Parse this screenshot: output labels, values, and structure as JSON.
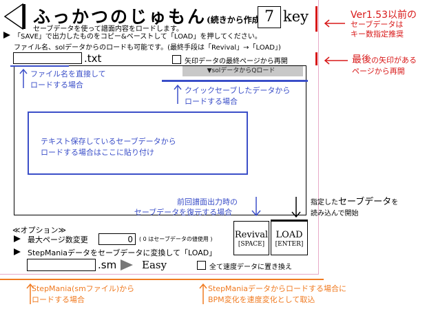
{
  "header": {
    "title": "ふっかつのじゅもん",
    "title_sub": "(続きから作成)",
    "subtitle": "セーブデータを使って譜面内容をロードします。",
    "key_value": "7",
    "key_label": "key"
  },
  "instructions": {
    "line1": "「SAVE」で出力したものをコピー&ペーストして「LOAD」を押してください。",
    "line2": "ファイル名、solデータからのロードも可能です。(最終手段は「Revival」→「LOAD」)"
  },
  "file_load": {
    "filename_value": "",
    "extension": ".txt",
    "resume_label": "矢印データの最終ページから再開",
    "qload_label": "▼solデータからQロード"
  },
  "options": {
    "title": "≪オプション≫",
    "max_page_label": "最大ページ数変更",
    "max_page_value": "0",
    "max_page_note": "( 0 はセーブデータの値使用 )",
    "stepmania_label": "StepManiaデータをセーブデータに変換して「LOAD」",
    "sm_filename_value": "",
    "sm_extension": ".sm",
    "difficulty": "Easy",
    "speed_label": "全て速度データに置き換え"
  },
  "buttons": {
    "revival_label": "Revival",
    "revival_key": "[SPACE]",
    "load_label": "LOAD",
    "load_key": "[ENTER]"
  },
  "annotations": {
    "filename_1": "ファイル名を直接して",
    "filename_2": "ロードする場合",
    "quicksave_1": "クイックセーブしたデータから",
    "quicksave_2": "ロードする場合",
    "textarea_1": "テキスト保存しているセーブデータから",
    "textarea_2": "ロードする場合はここに貼り付け",
    "restore_1": "前回譜面出力時の",
    "restore_2": "セーブデータを復元する場合",
    "load_1_a": "指定した",
    "load_1_b": "セーブデータ",
    "load_1_c": "を",
    "load_2": "読み込んで開始",
    "ver_1": "Ver1.53以前の",
    "ver_2": "セーブデータは",
    "ver_3": "キー数指定推奨",
    "last_1_big": "最後",
    "last_1_rest": "の矢印がある",
    "last_2": "ページから再開",
    "sm_1": "StepMania(smファイル)から",
    "sm_2": "ロードする場合",
    "bpm_1": "StepManiaデータからロードする場合に",
    "bpm_2": "BPM変化を速度変化として取込"
  },
  "colors": {
    "blue_annotation": "#3a4ec8",
    "red_annotation": "#d81818",
    "orange_annotation": "#f07a20"
  }
}
